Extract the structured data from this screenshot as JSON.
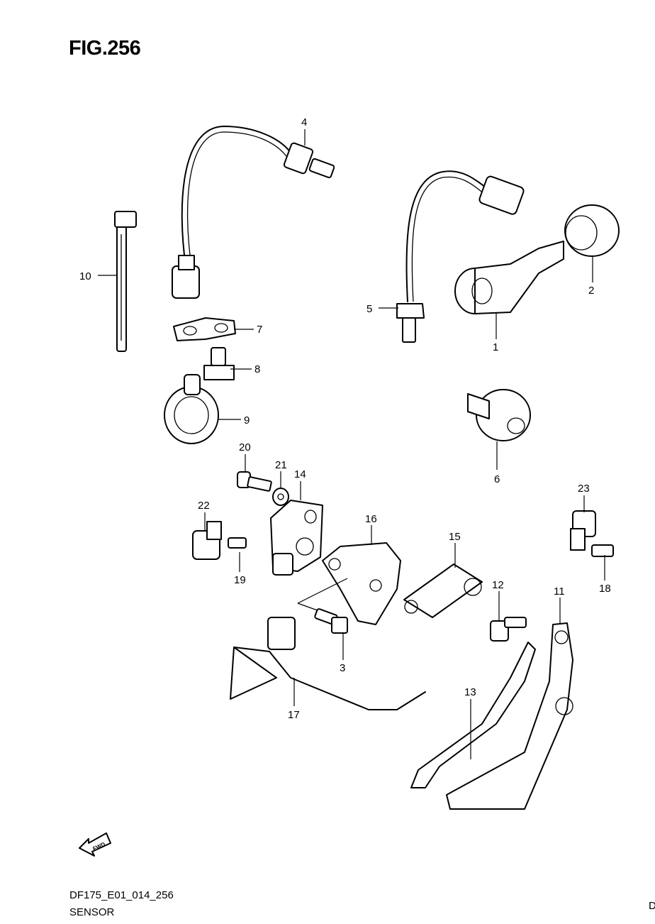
{
  "figure": {
    "title": "FIG.256"
  },
  "footer": {
    "code": "DF175_E01_014_256",
    "name": "SENSOR",
    "corner": "D"
  },
  "fwd_arrow": {
    "text": "FWD",
    "icon": "fwd-arrow-icon"
  },
  "callouts": [
    "1",
    "2",
    "3",
    "4",
    "5",
    "6",
    "7",
    "8",
    "9",
    "10",
    "11",
    "12",
    "13",
    "14",
    "15",
    "16",
    "17",
    "18",
    "19",
    "20",
    "21",
    "22",
    "23"
  ]
}
